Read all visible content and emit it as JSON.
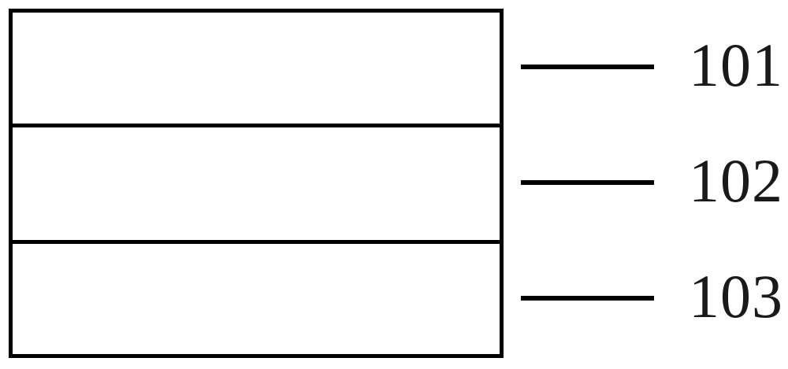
{
  "figure": {
    "type": "layered-cross-section-diagram",
    "background_color": "#ffffff",
    "stroke_color": "#000000",
    "label_color": "#1a1a1a"
  },
  "stack": {
    "bands": [
      {
        "id": "band-101",
        "reference_numeral": "101",
        "position": "top"
      },
      {
        "id": "band-102",
        "reference_numeral": "102",
        "position": "middle"
      },
      {
        "id": "band-103",
        "reference_numeral": "103",
        "position": "bottom"
      }
    ]
  },
  "callouts": [
    {
      "label": "101",
      "target_band": "band-101"
    },
    {
      "label": "102",
      "target_band": "band-102"
    },
    {
      "label": "103",
      "target_band": "band-103"
    }
  ]
}
